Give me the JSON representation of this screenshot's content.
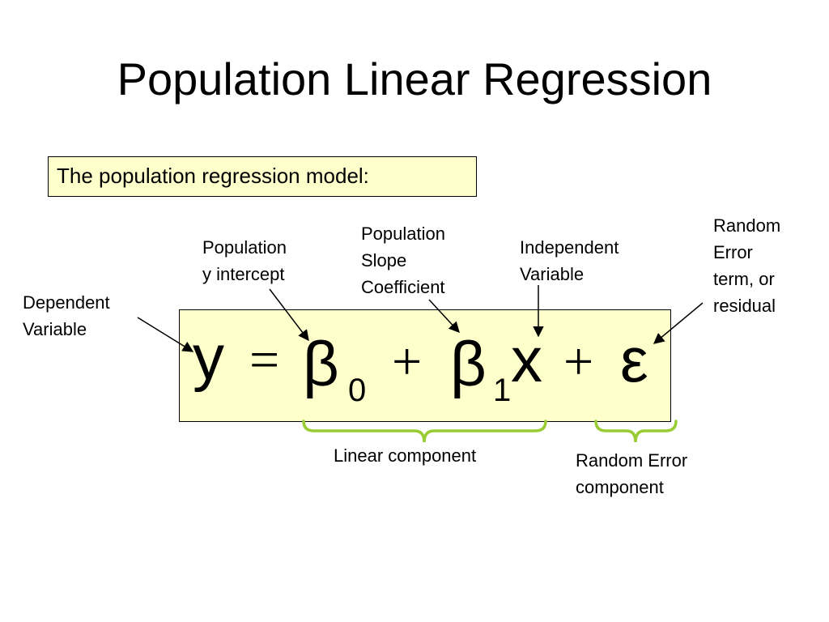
{
  "title": "Population Linear Regression",
  "model_label": "The population regression model:",
  "equation": {
    "y": "y",
    "equals": "=",
    "beta0": "β",
    "sub0": "0",
    "plus1": "+",
    "beta1": "β",
    "sub1": "1",
    "x": "x",
    "plus2": "+",
    "epsilon": "ε"
  },
  "labels": {
    "dependent": "Dependent\nVariable",
    "intercept": "Population\ny  intercept",
    "slope": "Population\nSlope\nCoefficient",
    "independent": "Independent\nVariable",
    "error_term": "Random\nError\nterm, or\nresidual",
    "linear_component": "Linear component",
    "error_component": "Random Error\n component"
  },
  "colors": {
    "box_fill": "#ffffcc",
    "brace": "#99cc33"
  }
}
